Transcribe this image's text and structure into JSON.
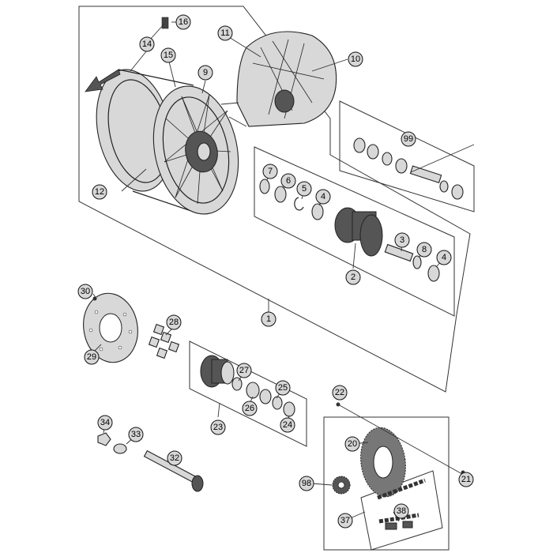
{
  "callouts": {
    "c1": "1",
    "c2": "2",
    "c3": "3",
    "c4a": "4",
    "c4b": "4",
    "c5": "5",
    "c6": "6",
    "c7": "7",
    "c8": "8",
    "c9": "9",
    "c10": "10",
    "c11": "11",
    "c12": "12",
    "c14": "14",
    "c15": "15",
    "c16": "16",
    "c20": "20",
    "c21": "21",
    "c22": "22",
    "c23": "23",
    "c24": "24",
    "c25": "25",
    "c26": "26",
    "c27": "27",
    "c28": "28",
    "c29": "29",
    "c30": "30",
    "c32": "32",
    "c33": "33",
    "c34": "34",
    "c37": "37",
    "c38": "38",
    "c98": "98",
    "c99": "99"
  }
}
